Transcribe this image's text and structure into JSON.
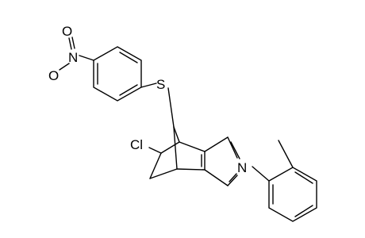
{
  "molecule": {
    "atom_labels": {
      "chlorine": "Cl",
      "sulfur": "S",
      "nitrogen": "N",
      "nitro_nitrogen": "N",
      "nitro_oxygen_top": "O",
      "nitro_oxygen_bottom": "O"
    }
  }
}
